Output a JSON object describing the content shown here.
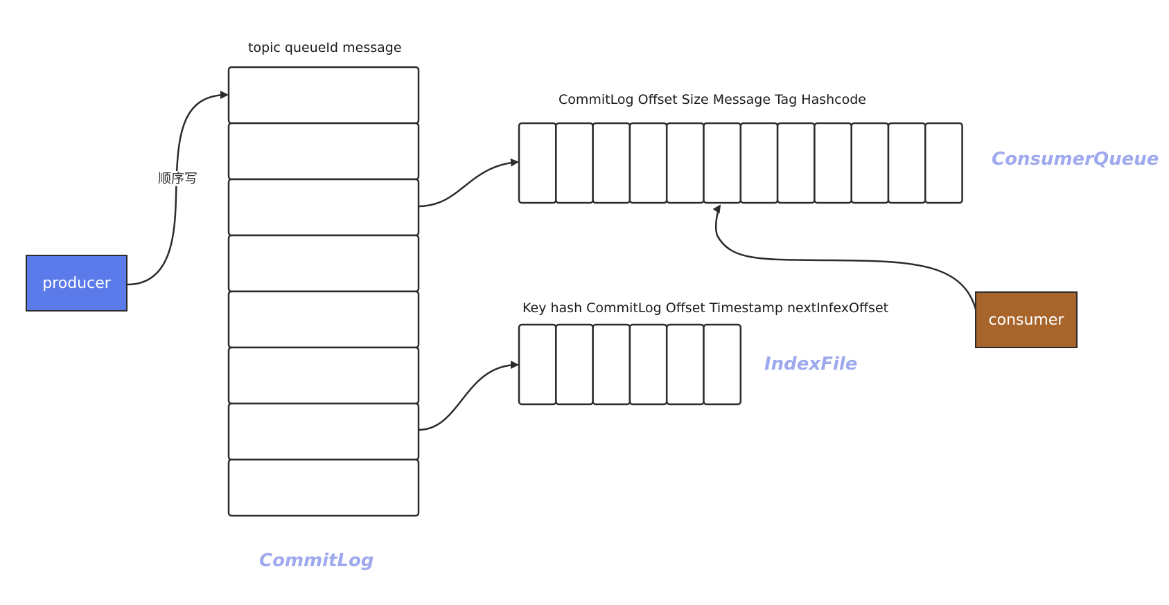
{
  "labels": {
    "commitlog_header": "topic queueId message",
    "consumerqueue_header": "CommitLog Offset Size Message Tag Hashcode",
    "indexfile_header": "Key hash CommitLog Offset Timestamp nextInfexOffset",
    "commitlog_title": "CommitLog",
    "consumerqueue_title": "ConsumerQueue",
    "indexfile_title": "IndexFile",
    "write_edge": "顺序写"
  },
  "nodes": {
    "producer": "producer",
    "consumer": "consumer"
  },
  "structure": {
    "commitlog_cells": 8,
    "consumerqueue_cells": 12,
    "indexfile_cells": 6
  },
  "colors": {
    "producer_fill": "#5b7beb",
    "consumer_fill": "#a8652b",
    "title_accent": "#9ea9ee",
    "stroke": "#2b2b2b"
  }
}
